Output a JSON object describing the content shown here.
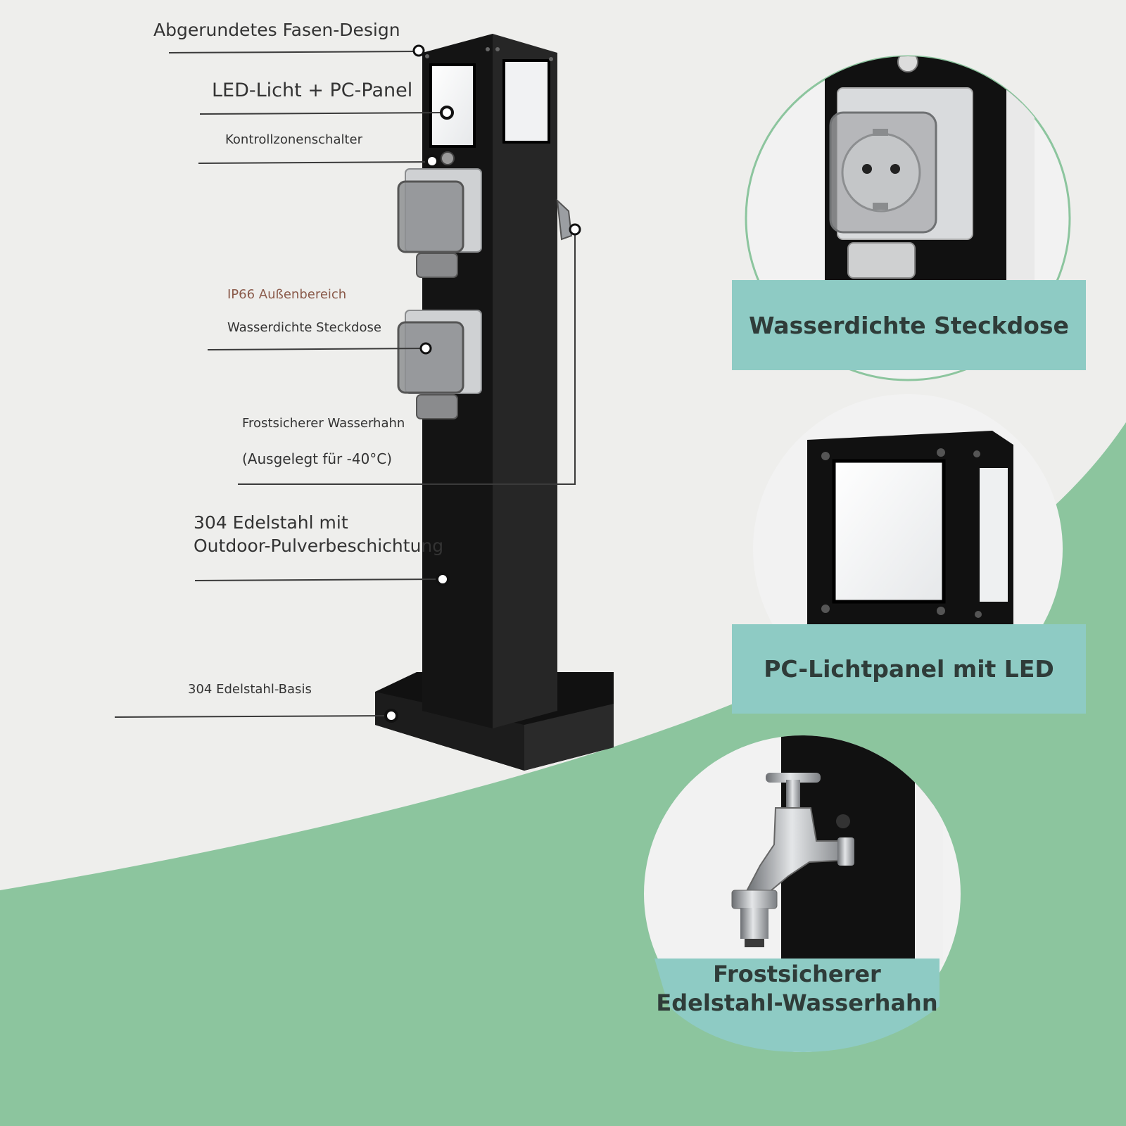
{
  "colors": {
    "background": "#eeeeec",
    "accent_green": "#8cc59e",
    "banner_teal": "#8ecbc4",
    "post_black": "#151515",
    "leader_line": "#3a3a3a",
    "ip66_label": "#8a5a4a"
  },
  "labels": {
    "bevel": "Abgerundetes Fasen-Design",
    "led": "LED-Licht + PC-Panel",
    "switch": "Kontrollzonenschalter",
    "ip66": "IP66 Außenbereich",
    "socket": "Wasserdichte Steckdose",
    "tap": "Frostsicherer Wasserhahn",
    "tap_temp": "(Ausgelegt für -40°C)",
    "steel_line1": "304 Edelstahl mit",
    "steel_line2": "Outdoor-Pulverbeschichtung",
    "base": "304 Edelstahl-Basis"
  },
  "callouts": {
    "socket_title": "Wasserdichte Steckdose",
    "panel_title": "PC-Lichtpanel mit LED",
    "tap_line1": "Frostsicherer",
    "tap_line2": "Edelstahl-Wasserhahn"
  },
  "icons": [
    "socket-icon",
    "light-panel-icon",
    "water-tap-icon",
    "bollard-post-icon"
  ]
}
